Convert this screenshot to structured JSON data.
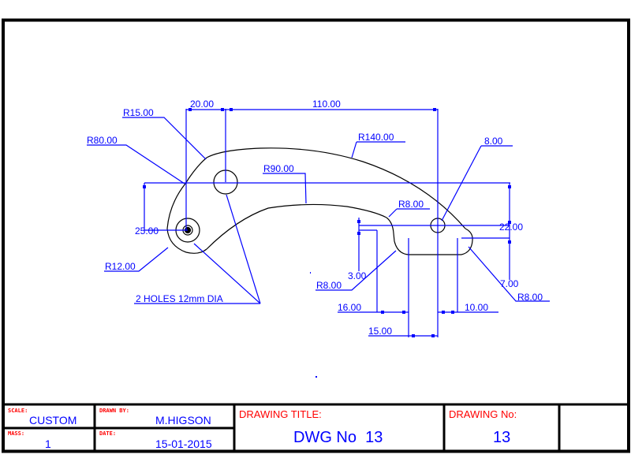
{
  "colors": {
    "outline": "#000000",
    "dimension": "#0000ff",
    "label": "#ff0000",
    "value": "#0000ff",
    "background": "#ffffff"
  },
  "drawing": {
    "dimensions": {
      "r15": "R15.00",
      "r80": "R80.00",
      "d20": "20.00",
      "d110": "110.00",
      "r140": "R140.00",
      "r90": "R90.00",
      "dia8": "8.00",
      "r8_top": "R8.00",
      "d22": "22.00",
      "d25": "25.00",
      "r12": "R12.00",
      "d3": "3.00",
      "r8_left": "R8.00",
      "d7": "7.00",
      "r8_right": "R8.00",
      "d16": "16.00",
      "d10": "10.00",
      "d15": "15.00"
    },
    "notes": {
      "holes": "2 HOLES 12mm DIA"
    }
  },
  "title_block": {
    "scale_label": "SCALE:",
    "scale_value": "CUSTOM",
    "drawn_by_label": "DRAWN BY:",
    "drawn_by_value": "M.HIGSON",
    "mass_label": "MASS:",
    "mass_value": "1",
    "date_label": "DATE:",
    "date_value": "15-01-2015",
    "drawing_title_label": "DRAWING TITLE:",
    "drawing_title_value": "DWG No  13",
    "drawing_no_label": "DRAWING No:",
    "drawing_no_value": "13"
  }
}
